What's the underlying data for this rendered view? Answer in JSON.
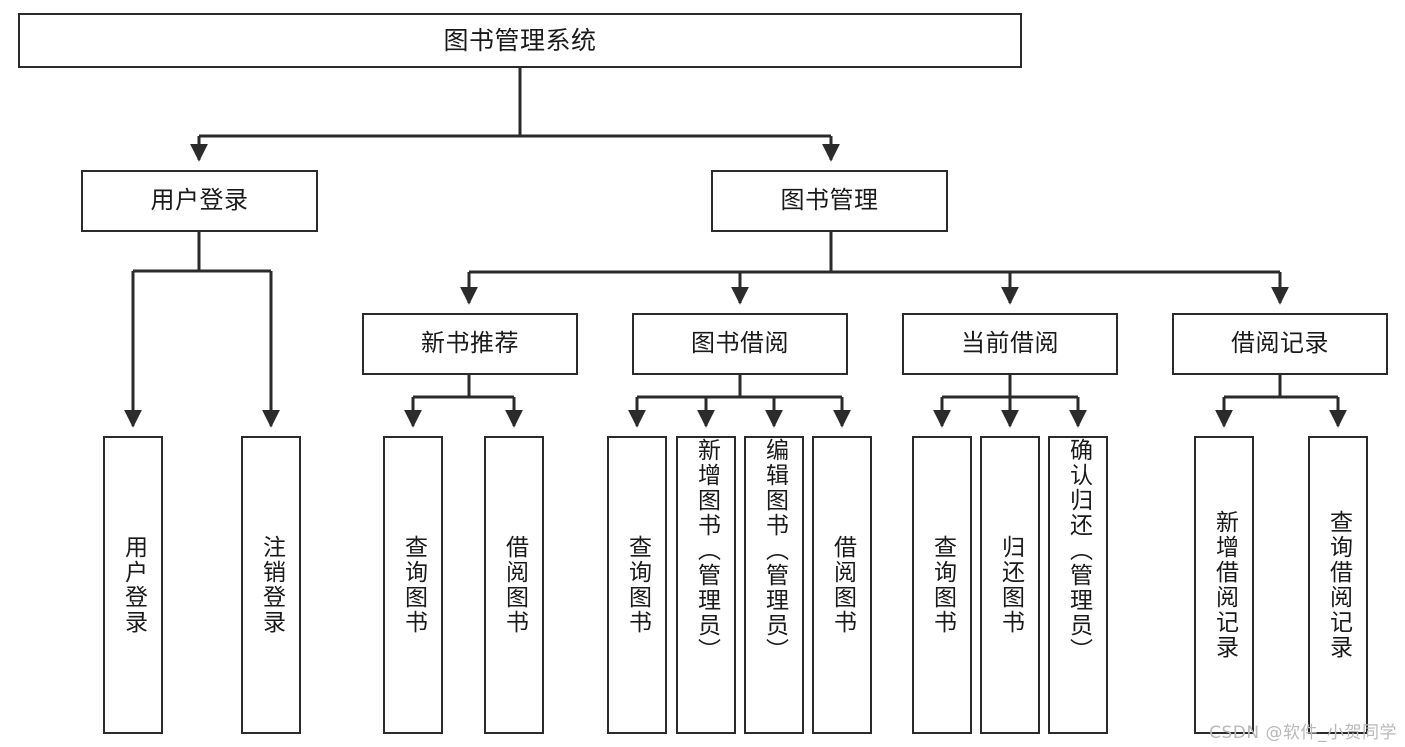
{
  "diagram": {
    "title": "图书管理系统",
    "type": "tree-hierarchy",
    "levels": 4,
    "root": {
      "id": "root",
      "label": "图书管理系统",
      "orientation": "horizontal"
    },
    "level2": [
      {
        "id": "user-login",
        "label": "用户登录",
        "orientation": "horizontal"
      },
      {
        "id": "book-management",
        "label": "图书管理",
        "orientation": "horizontal"
      }
    ],
    "level3": [
      {
        "id": "new-book-recommend",
        "label": "新书推荐",
        "orientation": "horizontal",
        "parent": "book-management"
      },
      {
        "id": "book-borrow",
        "label": "图书借阅",
        "orientation": "horizontal",
        "parent": "book-management"
      },
      {
        "id": "current-borrow",
        "label": "当前借阅",
        "orientation": "horizontal",
        "parent": "book-management"
      },
      {
        "id": "borrow-record",
        "label": "借阅记录",
        "orientation": "horizontal",
        "parent": "book-management"
      }
    ],
    "leaves": [
      {
        "id": "leaf-user-login",
        "label": "用户登录",
        "parent": "user-login",
        "align": "center"
      },
      {
        "id": "leaf-logout-login",
        "label": "注销登录",
        "parent": "user-login",
        "align": "center"
      },
      {
        "id": "leaf-query-book-1",
        "label": "查询图书",
        "parent": "new-book-recommend",
        "align": "center"
      },
      {
        "id": "leaf-borrow-book-1",
        "label": "借阅图书",
        "parent": "new-book-recommend",
        "align": "center"
      },
      {
        "id": "leaf-query-book-2",
        "label": "查询图书",
        "parent": "book-borrow",
        "align": "center"
      },
      {
        "id": "leaf-add-book",
        "label": "新增图书（管理员）",
        "parent": "book-borrow",
        "align": "top"
      },
      {
        "id": "leaf-edit-book",
        "label": "编辑图书（管理员）",
        "parent": "book-borrow",
        "align": "top"
      },
      {
        "id": "leaf-borrow-book-2",
        "label": "借阅图书",
        "parent": "book-borrow",
        "align": "center"
      },
      {
        "id": "leaf-query-book-3",
        "label": "查询图书",
        "parent": "current-borrow",
        "align": "center"
      },
      {
        "id": "leaf-return-book",
        "label": "归还图书",
        "parent": "current-borrow",
        "align": "center"
      },
      {
        "id": "leaf-confirm-return",
        "label": "确认归还（管理员）",
        "parent": "current-borrow",
        "align": "top"
      },
      {
        "id": "leaf-add-record",
        "label": "新增借阅记录",
        "parent": "borrow-record",
        "align": "center"
      },
      {
        "id": "leaf-query-record",
        "label": "查询借阅记录",
        "parent": "borrow-record",
        "align": "center"
      }
    ]
  },
  "watermark": {
    "text": "CSDN @软件_小贺同学"
  },
  "colors": {
    "stroke": "#2b2b2b",
    "background": "#ffffff",
    "text": "#1a1a1a",
    "watermark": "#b9b9b9"
  }
}
